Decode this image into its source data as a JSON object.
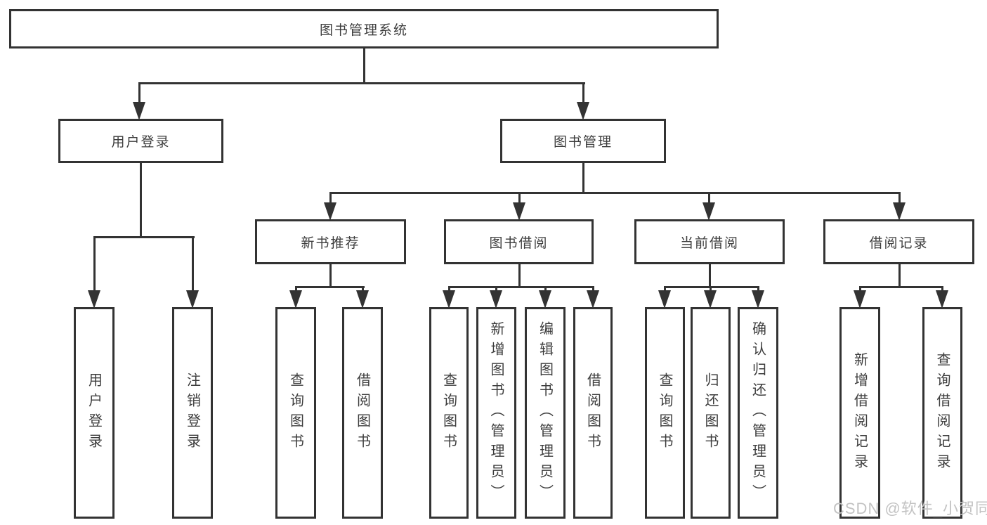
{
  "diagram": {
    "type": "hierarchy-tree",
    "colors": {
      "line": "#333333",
      "text": "#3d3d3d",
      "background": "#ffffff",
      "watermark": "#c3c3c3"
    },
    "watermark": "CSDN @软件_小贺同学",
    "root": {
      "label": "图书管理系统",
      "children": [
        {
          "label": "用户登录",
          "children": [
            {
              "label": "用户登录"
            },
            {
              "label": "注销登录"
            }
          ]
        },
        {
          "label": "图书管理",
          "children": [
            {
              "label": "新书推荐",
              "children": [
                {
                  "label": "查询图书"
                },
                {
                  "label": "借阅图书"
                }
              ]
            },
            {
              "label": "图书借阅",
              "children": [
                {
                  "label": "查询图书"
                },
                {
                  "label": "新增图书（管理员）"
                },
                {
                  "label": "编辑图书（管理员）"
                },
                {
                  "label": "借阅图书"
                }
              ]
            },
            {
              "label": "当前借阅",
              "children": [
                {
                  "label": "查询图书"
                },
                {
                  "label": "归还图书"
                },
                {
                  "label": "确认归还（管理员）"
                }
              ]
            },
            {
              "label": "借阅记录",
              "children": [
                {
                  "label": "新增借阅记录"
                },
                {
                  "label": "查询借阅记录"
                }
              ]
            }
          ]
        }
      ]
    }
  }
}
